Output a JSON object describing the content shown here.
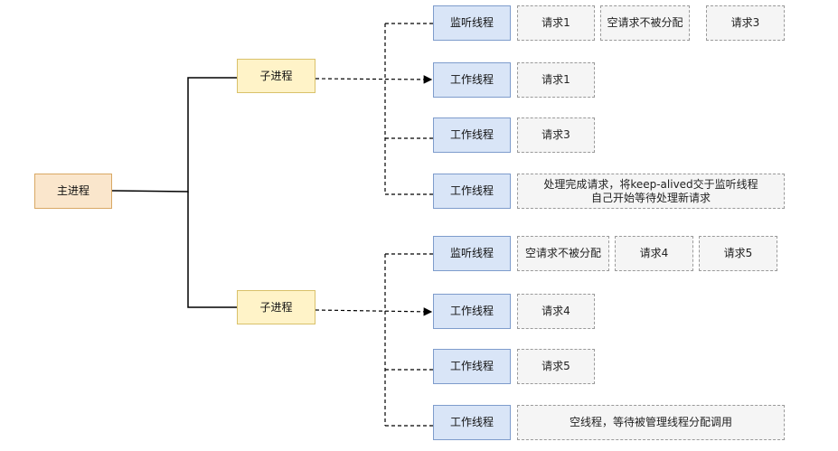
{
  "main_process": {
    "label": "主进程"
  },
  "groups": [
    {
      "process_label": "子进程",
      "threads": [
        {
          "label": "监听线程",
          "requests": [
            "请求1",
            "空请求不被分配",
            "请求3"
          ]
        },
        {
          "label": "工作线程",
          "requests": [
            "请求1"
          ]
        },
        {
          "label": "工作线程",
          "requests": [
            "请求3"
          ]
        },
        {
          "label": "工作线程",
          "requests": [
            "处理完成请求，将keep-alived交于监听线程\n自己开始等待处理新请求"
          ]
        }
      ]
    },
    {
      "process_label": "子进程",
      "threads": [
        {
          "label": "监听线程",
          "requests": [
            "空请求不被分配",
            "请求4",
            "请求5"
          ]
        },
        {
          "label": "工作线程",
          "requests": [
            "请求4"
          ]
        },
        {
          "label": "工作线程",
          "requests": [
            "请求5"
          ]
        },
        {
          "label": "工作线程",
          "requests": [
            "空线程，等待被管理线程分配调用"
          ]
        }
      ]
    }
  ],
  "colors": {
    "main_fill": "#fae6cc",
    "process_fill": "#fff3c8",
    "thread_fill": "#d9e5f7",
    "request_fill": "#f5f5f5"
  }
}
